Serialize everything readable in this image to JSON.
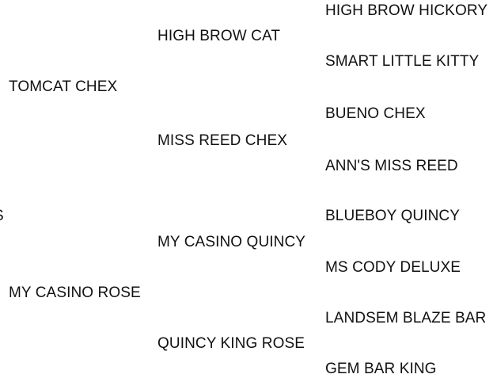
{
  "pedigree": {
    "subject": "S",
    "sire": "TOMCAT CHEX",
    "dam": "MY CASINO ROSE",
    "sire_sire": "HIGH BROW CAT",
    "sire_dam": "MISS REED CHEX",
    "dam_sire": "MY CASINO QUINCY",
    "dam_dam": "QUINCY KING ROSE",
    "sire_sire_sire": "HIGH BROW HICKORY",
    "sire_sire_dam": "SMART LITTLE KITTY",
    "sire_dam_sire": "BUENO CHEX",
    "sire_dam_dam": "ANN'S MISS REED",
    "dam_sire_sire": "BLUEBOY QUINCY",
    "dam_sire_dam": "MS CODY DELUXE",
    "dam_dam_sire": "LANDSEM BLAZE BAR",
    "dam_dam_dam": "GEM BAR KING"
  }
}
